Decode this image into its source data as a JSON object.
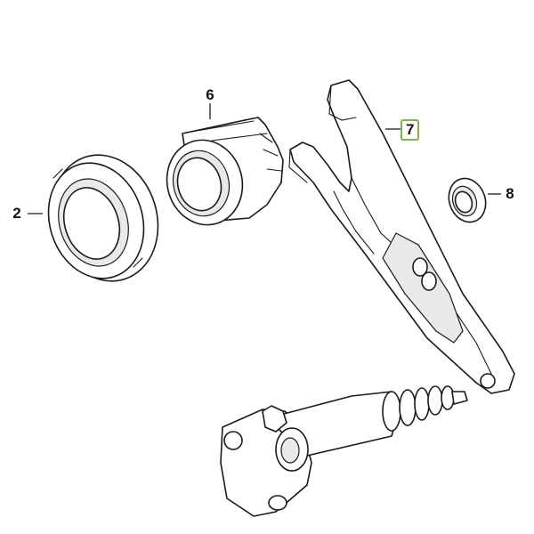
{
  "diagram": {
    "callouts": [
      {
        "id": "2",
        "label": "2"
      },
      {
        "id": "6",
        "label": "6"
      },
      {
        "id": "7",
        "label": "7",
        "highlighted": true
      },
      {
        "id": "8",
        "label": "8"
      }
    ],
    "highlight_color": "#7ab648"
  }
}
